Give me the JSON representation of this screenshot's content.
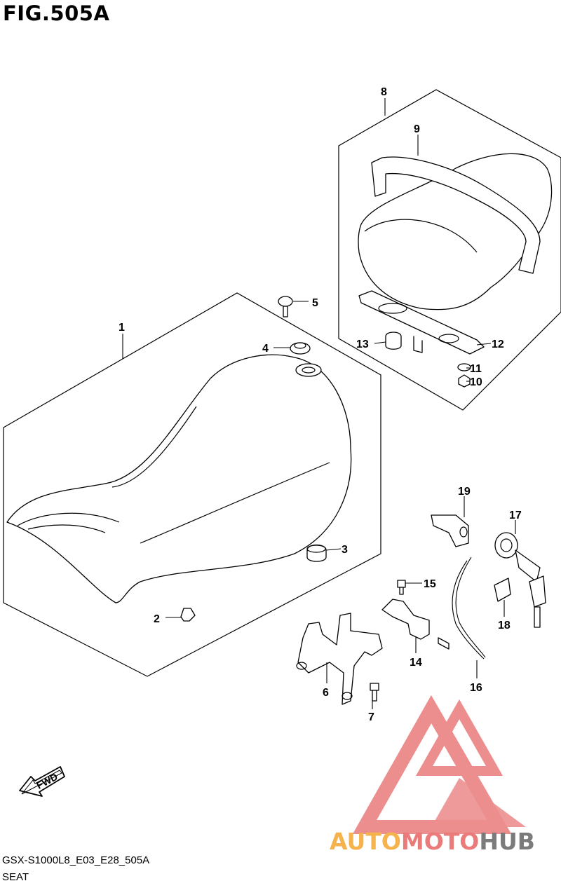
{
  "figure": {
    "title": "FIG.505A",
    "code": "GSX-S1000L8_E03_E28_505A",
    "name": "SEAT"
  },
  "direction_marker": {
    "label": "FWD",
    "icon": "forward-arrow-icon"
  },
  "callouts": [
    "1",
    "2",
    "3",
    "4",
    "5",
    "6",
    "7",
    "8",
    "9",
    "10",
    "11",
    "12",
    "13",
    "14",
    "15",
    "16",
    "17",
    "18",
    "19"
  ],
  "watermark": {
    "brand_part1": "AUTO",
    "brand_part2": "MOTO",
    "brand_part3": "HUB",
    "color_orange": "#f6b24d",
    "color_red": "#ea7b7b",
    "color_gray": "#7b7b7b",
    "icon": "triangle-logo-icon"
  }
}
